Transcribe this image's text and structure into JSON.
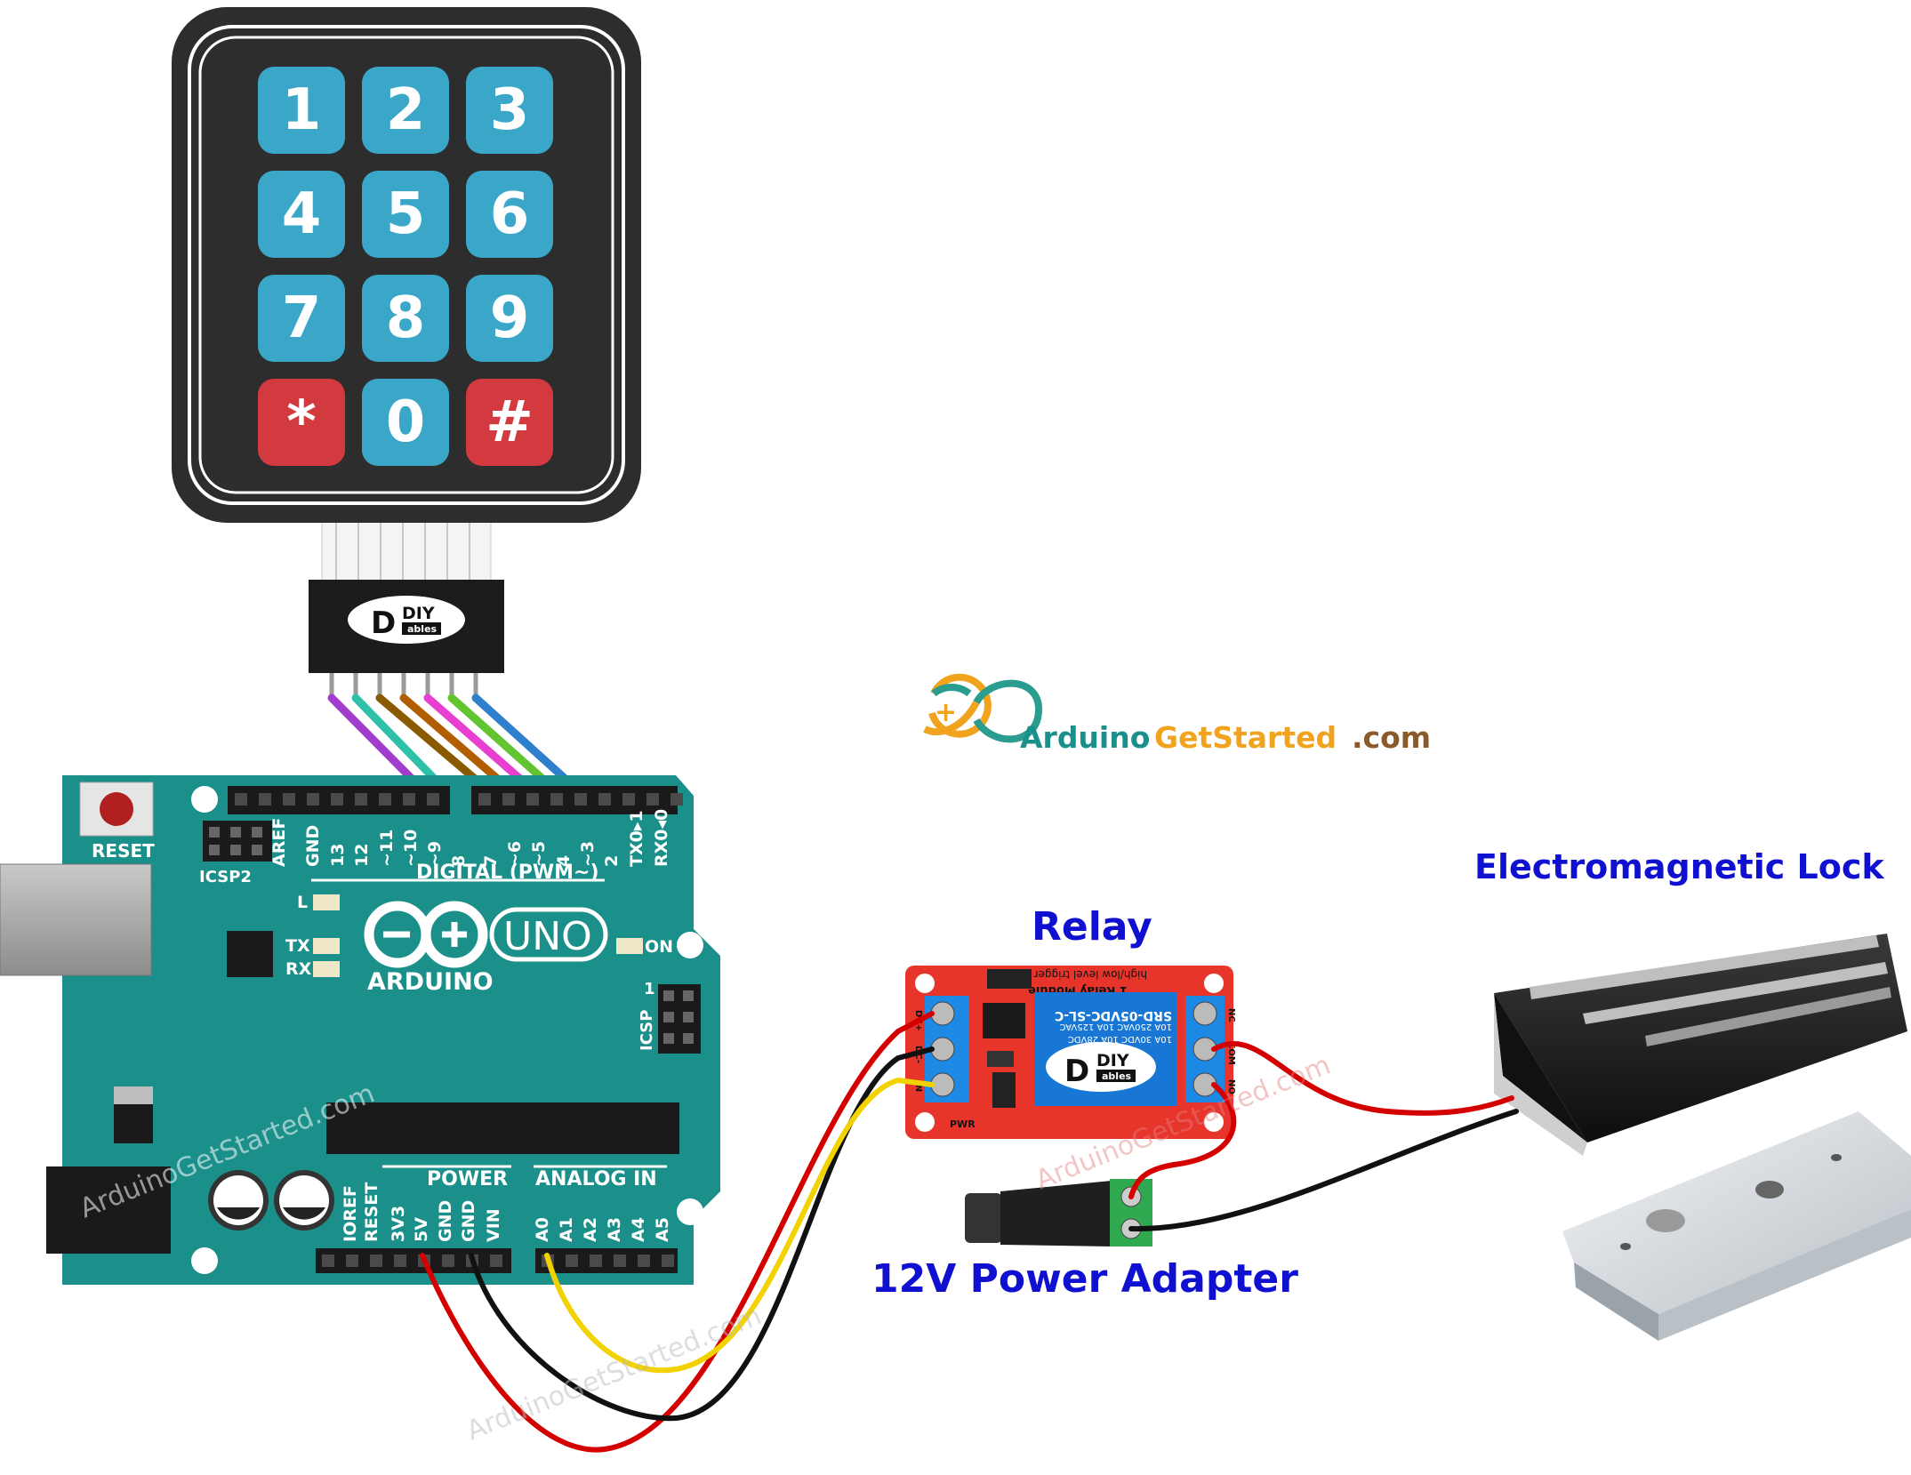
{
  "labels": {
    "relay": "Relay",
    "power_adapter": "12V Power Adapter",
    "lock": "Electromagnetic Lock"
  },
  "brand": {
    "site_prefix": "Arduino",
    "site_middle": "GetStarted",
    "site_suffix": ".com",
    "watermark": "ArduinoGetStarted.com",
    "diy_top": "DIY",
    "diy_bottom": "ables"
  },
  "keypad": {
    "keys": [
      "1",
      "2",
      "3",
      "4",
      "5",
      "6",
      "7",
      "8",
      "9",
      "*",
      "0",
      "#"
    ]
  },
  "arduino": {
    "reset": "RESET",
    "icsp2": "ICSP2",
    "icsp": "ICSP",
    "icsp_pin1": "1",
    "digital": "DIGITAL (PWM~)",
    "power": "POWER",
    "analog": "ANALOG IN",
    "arduino": "ARDUINO",
    "uno": "UNO",
    "led_l": "L",
    "led_tx": "TX",
    "led_rx": "RX",
    "led_on": "ON",
    "top_pins": [
      "AREF",
      "GND",
      "13",
      "12",
      "~11",
      "~10",
      "~9",
      "8",
      "7",
      "~6",
      "~5",
      "4",
      "~3",
      "2",
      "TX0▸1",
      "RX0◂0"
    ],
    "bottom_pins": [
      "IOREF",
      "RESET",
      "3V3",
      "5V",
      "GND",
      "GND",
      "VIN",
      "A0",
      "A1",
      "A2",
      "A3",
      "A4",
      "A5"
    ]
  },
  "relay_board": {
    "title": "1 Relay Module",
    "subtitle": "high/low level trigger",
    "model": "SRD-05VDC-SL-C",
    "spec1": "10A 250VAC 10A 125VAC",
    "spec2": "10A 30VDC 10A 28VDC",
    "pwr": "PWR",
    "pins_left": [
      "DC+",
      "DC-",
      "IN"
    ],
    "pins_right": [
      "NC",
      "COM",
      "NO"
    ]
  },
  "colors": {
    "teal": "#1b8f8a",
    "key_blue": "#3aa7c9",
    "key_red": "#d33a3f",
    "label_blue": "#1010d0",
    "relay_red": "#e8352b",
    "wire_red": "#d40000",
    "wire_black": "#111111",
    "wire_yellow": "#f2d200"
  }
}
